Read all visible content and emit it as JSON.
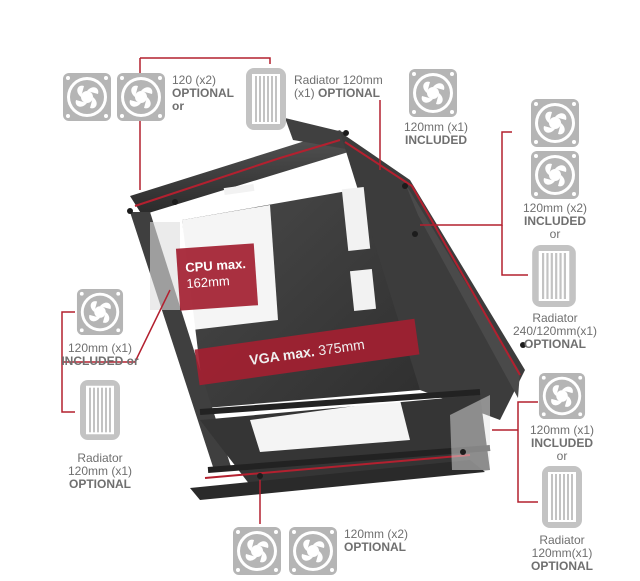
{
  "diagram": {
    "badges": {
      "cpu_title": "CPU max.",
      "cpu_value": "162mm",
      "vga_title": "VGA max.",
      "vga_value": "375mm"
    },
    "top_fans": {
      "line1": "120 (x2)",
      "line2": "OPTIONAL",
      "line3": "or"
    },
    "top_radiator": {
      "line1": "Radiator 120mm",
      "line2": "(x1)",
      "line2b": "OPTIONAL"
    },
    "rear_top_fan": {
      "line1": "120mm (x1)",
      "line2": "INCLUDED"
    },
    "front_mount": {
      "line1": "120mm (x2)",
      "line2": "INCLUDED",
      "line3": "or",
      "line4": "Radiator",
      "line5": "240/120mm(x1)",
      "line6": "OPTIONAL"
    },
    "rear_mount": {
      "line1": "120mm (x1)",
      "line2": "INCLUDED or",
      "line3": "Radiator",
      "line4": "120mm (x1)",
      "line5": "OPTIONAL"
    },
    "front_bottom_mount": {
      "line1": "120mm (x1)",
      "line2": "INCLUDED",
      "line3": "or",
      "line4": "Radiator",
      "line5": "120mm(x1)",
      "line6": "OPTIONAL"
    },
    "bottom_fans": {
      "line1": "120mm (x2)",
      "line2": "OPTIONAL"
    },
    "colors": {
      "accent": "#b3202f",
      "case_dark": "#3a3a3a",
      "case_mid": "#4d4d4d",
      "fan_gray": "#b5b5b5",
      "label_gray": "#6f6f6f"
    }
  }
}
